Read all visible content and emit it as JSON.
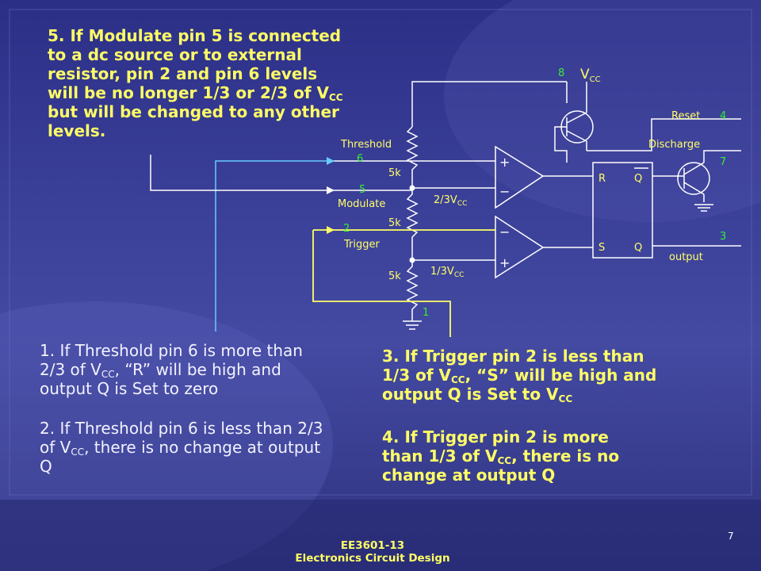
{
  "notes": {
    "note5": {
      "text": "5. If Modulate pin 5 is connected to a dc source or to external resistor, pin 2 and pin 6 levels will be no longer 1/3 or 2/3 of V",
      "sub": "CC",
      "tail": " but will be changed to any other levels."
    },
    "note1": {
      "a": "1. If Threshold pin 6 is more than 2/3 of V",
      "sub": "CC",
      "b": ", “R” will be high and output Q  is Set to zero"
    },
    "note2": {
      "a": "2. If Threshold pin 6 is less than 2/3 of V",
      "sub": "CC",
      "b": ", there is no change at output Q"
    },
    "note3": {
      "a": "3. If Trigger pin 2 is less than 1/3 of V",
      "sub": "CC",
      "b": ", “S” will be high and output Q  is Set to V",
      "sub2": "CC"
    },
    "note4": {
      "a": "4. If Trigger pin 2 is more than 1/3 of V",
      "sub": "CC",
      "b": ", there is no change at output Q"
    }
  },
  "circuit": {
    "pins": {
      "p8": "8",
      "p4": "4",
      "p7": "7",
      "p3": "3",
      "p6": "6",
      "p5": "5",
      "p2": "2",
      "p1": "1"
    },
    "labels": {
      "vcc": "V",
      "vcc_sub": "CC",
      "reset": "Reset",
      "discharge": "Discharge",
      "output": "output",
      "threshold": "Threshold",
      "modulate": "Modulate",
      "trigger": "Trigger",
      "r1": "5k",
      "r2": "5k",
      "r3": "5k",
      "v23": "2/3V",
      "v23_sub": "CC",
      "v13": "1/3V",
      "v13_sub": "CC",
      "ff_r": "R",
      "ff_s": "S",
      "ff_q1": "Q",
      "ff_q2": "Q",
      "plus": "+",
      "minus": "−"
    }
  },
  "footer": {
    "line1": "EE3601-13",
    "line2": "Electronics Circuit Design",
    "page": "7"
  },
  "colors": {
    "wire": "#ffffff",
    "pin_green": "#33ee33",
    "label_yellow": "#ffff66",
    "trigger_wire": "#ffff66",
    "threshold_wire": "#66ccff"
  }
}
